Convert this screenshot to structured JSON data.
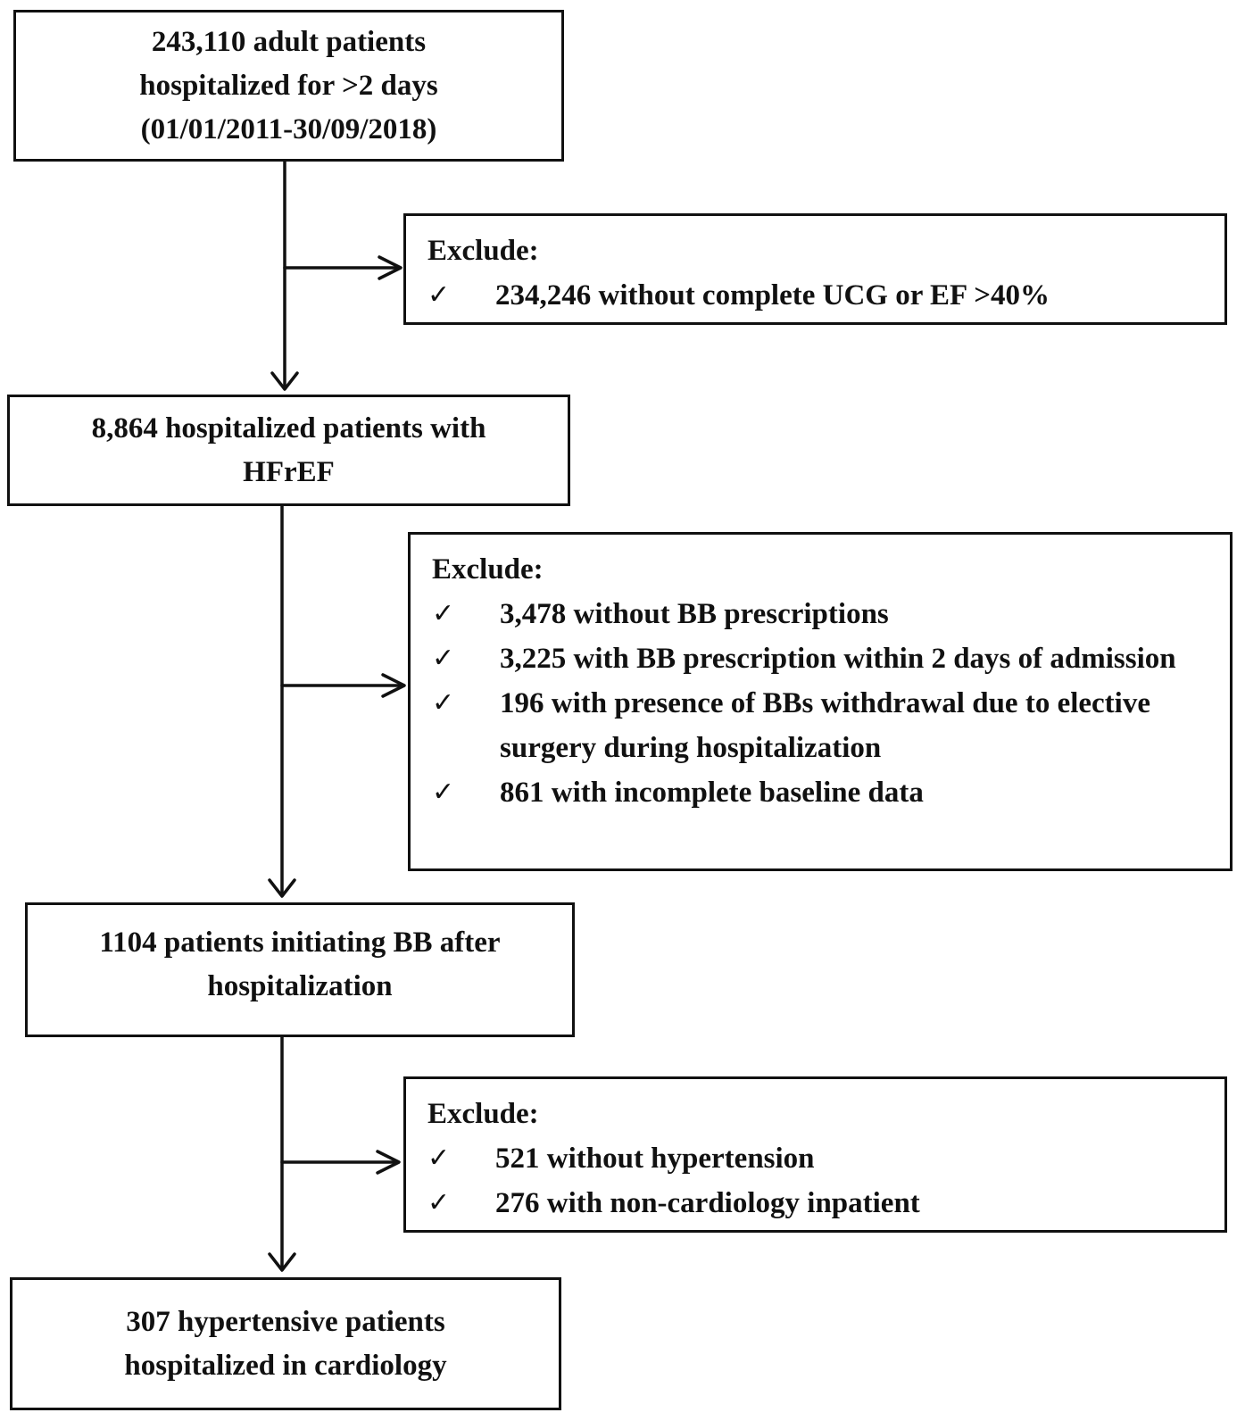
{
  "boxes": {
    "step1": {
      "lines": [
        "243,110 adult patients",
        "hospitalized for >2 days",
        "(01/01/2011-30/09/2018)"
      ]
    },
    "step2": {
      "lines": [
        "8,864 hospitalized patients with",
        "HFrEF"
      ]
    },
    "step3": {
      "lines": [
        "1104 patients initiating BB after",
        "hospitalization"
      ]
    },
    "step4": {
      "lines": [
        "307 hypertensive patients",
        "hospitalized in cardiology"
      ]
    }
  },
  "exclusions": {
    "excl1": {
      "title": "Exclude:",
      "items": [
        "234,246 without complete UCG or EF >40%"
      ]
    },
    "excl2": {
      "title": "Exclude:",
      "items": [
        "3,478 without BB prescriptions",
        "3,225 with BB prescription within 2 days of admission",
        "196 with presence of BBs withdrawal due to elective surgery during hospitalization",
        "861 with incomplete baseline data"
      ]
    },
    "excl3": {
      "title": "Exclude:",
      "items": [
        "521 without hypertension",
        "276 with non-cardiology inpatient"
      ]
    }
  },
  "check_mark": "✓"
}
